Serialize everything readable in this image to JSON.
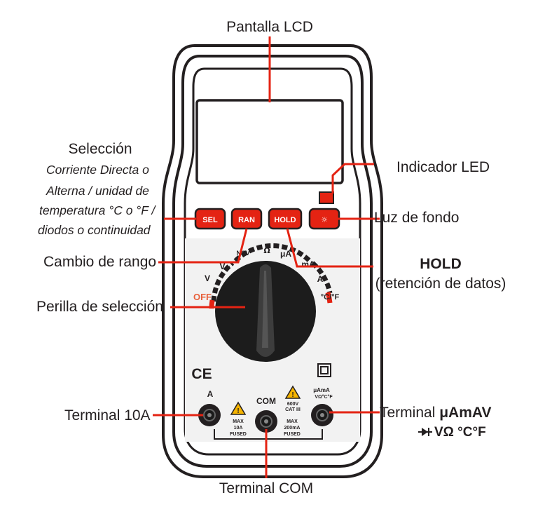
{
  "labels": {
    "lcd": "Pantalla LCD",
    "select_title": "Selección",
    "select_desc": [
      "Corriente Directa o",
      "Alterna / unidad de",
      "temperatura °C o °F /",
      "diodos o continuidad"
    ],
    "led": "Indicador LED",
    "backlight": "Luz de fondo",
    "range": "Cambio de rango",
    "hold_title": "HOLD",
    "hold_desc": "(retención de datos)",
    "knob": "Perilla de selección",
    "terminal_10a": "Terminal 10A",
    "terminal_uamav_prefix": "Terminal ",
    "terminal_uamav_bold": "μAmAV",
    "terminal_uamav_line2": "VΩ °C°F",
    "terminal_com": "Terminal COM"
  },
  "buttons": {
    "sel": "SEL",
    "ran": "RAN",
    "hold": "HOLD",
    "light": "☼"
  },
  "dial": {
    "ncv": "NCV",
    "diode": "Ω",
    "ua": "μA",
    "v_ac": "V~",
    "ma": "mA",
    "v_dc": "V",
    "a": "A",
    "off": "OFF",
    "cf": "°C/°F"
  },
  "panel": {
    "ce": "CE",
    "jack_a": "A",
    "jack_com": "COM",
    "jack_right": "μAmA",
    "jack_right_sub": "VΩ°C°F",
    "warn_left": [
      "MAX",
      "10A",
      "FUSED"
    ],
    "warn_mid": [
      "600V",
      "CAT III"
    ],
    "max_mid": [
      "MAX",
      "200mA",
      "FUSED"
    ]
  },
  "colors": {
    "accent": "#e42313",
    "outline": "#231f20",
    "knob": "#1c1c1c",
    "dial_bg": "#f2f2f2"
  }
}
